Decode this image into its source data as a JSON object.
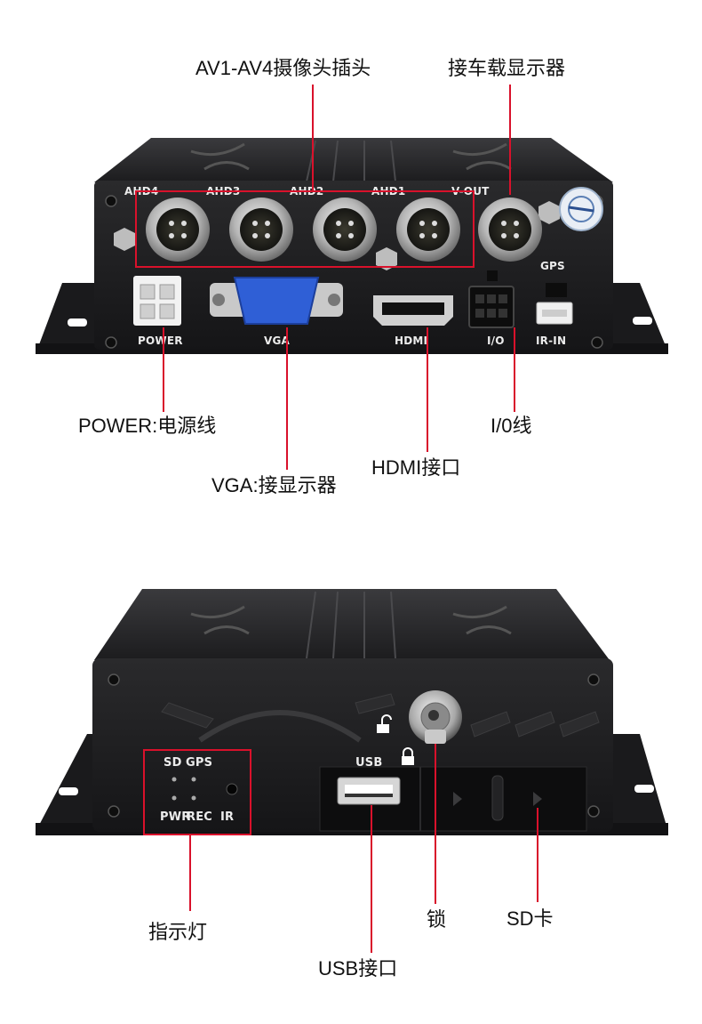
{
  "callouts": {
    "camera_plugs": "AV1-AV4摄像头插头",
    "car_display": "接车载显示器",
    "power": "POWER:电源线",
    "vga": "VGA:接显示器",
    "hdmi": "HDMI接口",
    "io": "I/0线",
    "indicator": "指示灯",
    "lock": "锁",
    "sd_card": "SD卡",
    "usb": "USB接口"
  },
  "rear_panel": {
    "ahd4": "AHD4",
    "ahd3": "AHD3",
    "ahd2": "AHD2",
    "ahd1": "AHD1",
    "vout": "V-OUT",
    "gps": "GPS",
    "power": "POWER",
    "vga": "VGA",
    "hdmi": "HDMI",
    "io": "I/O",
    "irin": "IR-IN"
  },
  "front_panel": {
    "sd": "SD",
    "gps": "GPS",
    "pwr": "PWR",
    "rec": "REC",
    "ir": "IR",
    "usb": "USB"
  },
  "colors": {
    "accent_red": "#d9112b",
    "body_black": "#1b1b1d",
    "vga_blue": "#2f5fd6"
  }
}
